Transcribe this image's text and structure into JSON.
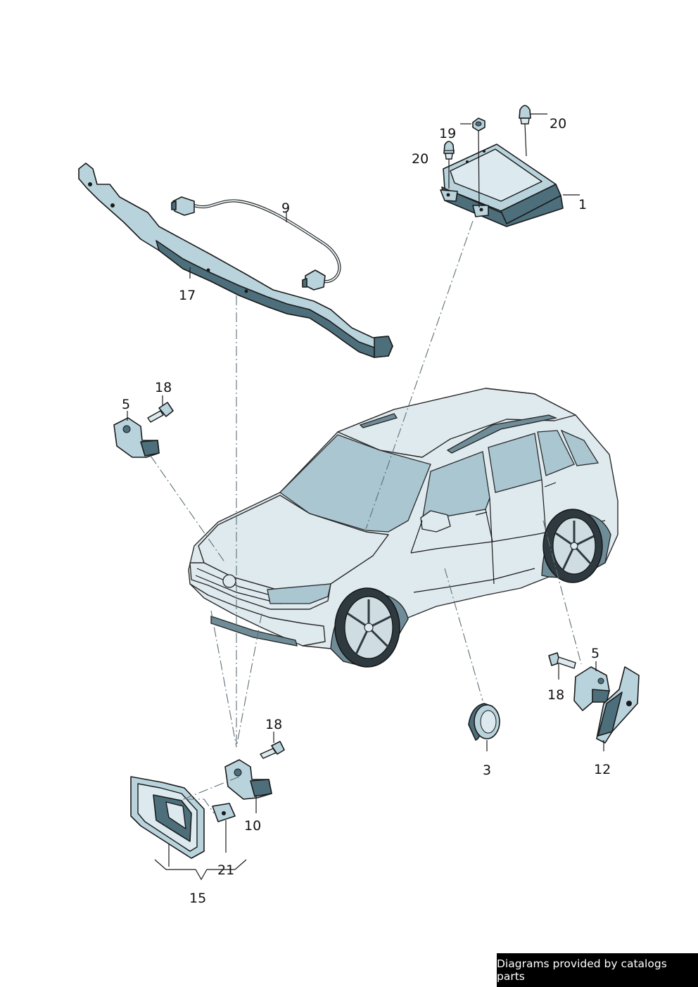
{
  "callouts": {
    "c1": "1",
    "c3": "3",
    "c5a": "5",
    "c5b": "5",
    "c9": "9",
    "c10": "10",
    "c12": "12",
    "c15": "15",
    "c17": "17",
    "c18a": "18",
    "c18b": "18",
    "c18c": "18",
    "c19": "19",
    "c20a": "20",
    "c20b": "20",
    "c21": "21"
  },
  "footer": {
    "text": "Diagrams provided by catalogs parts"
  }
}
